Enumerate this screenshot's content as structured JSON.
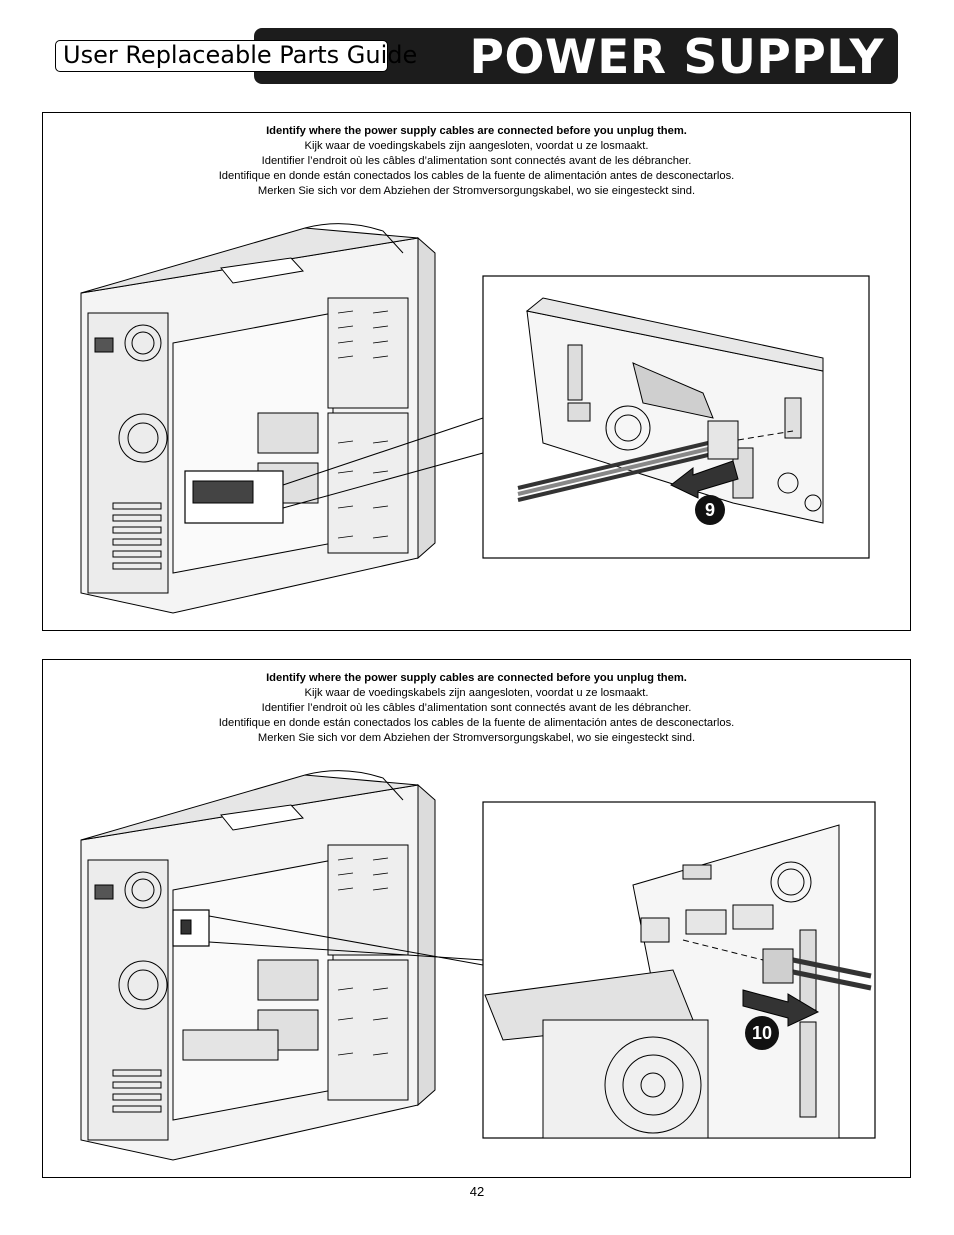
{
  "header": {
    "guide_title": "User Replaceable Parts Guide",
    "section_title": "POWER SUPPLY"
  },
  "panels": [
    {
      "captions": [
        "Identify where the power supply cables are connected before you unplug them.",
        "Kijk waar de voedingskabels zijn aangesloten, voordat u ze losmaakt.",
        "Identifier l’endroit où les câbles d’alimentation sont connectés avant de les débrancher.",
        "Identifique en donde están conectados los cables de la fuente de alimentación antes de desconectarlos.",
        "Merken Sie sich vor dem Abziehen der Stromversorgungskabel, wo sie eingesteckt sind."
      ],
      "step": "9"
    },
    {
      "captions": [
        "Identify where the power supply cables are connected before you unplug them.",
        "Kijk waar de voedingskabels zijn aangesloten, voordat u ze losmaakt.",
        "Identifier l’endroit où les câbles d’alimentation sont connectés avant de les débrancher.",
        "Identifique en donde están conectados los cables de la fuente de alimentación antes de desconectarlos.",
        "Merken Sie sich vor dem Abziehen der Stromversorgungskabel, wo sie eingesteckt sind."
      ],
      "step": "10"
    }
  ],
  "footer": {
    "page_number": "42"
  }
}
